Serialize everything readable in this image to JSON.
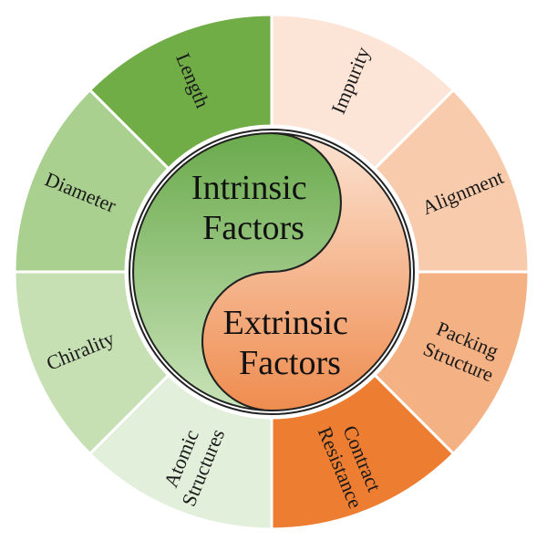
{
  "center": {
    "top_label": [
      "Intrinsic",
      "Factors"
    ],
    "bottom_label": [
      "Extrinsic",
      "Factors"
    ],
    "top_colors": [
      "#6aaa4c",
      "#c9e3b9"
    ],
    "bottom_colors": [
      "#fbe3d2",
      "#ef8c4f"
    ]
  },
  "segments": [
    {
      "id": "impurity",
      "lines": [
        "Impurity"
      ],
      "color": "#fce4d6",
      "group": "extrinsic"
    },
    {
      "id": "alignment",
      "lines": [
        "Alignment"
      ],
      "color": "#f8cbad",
      "group": "extrinsic"
    },
    {
      "id": "packing-structure",
      "lines": [
        "Packing",
        "Structure"
      ],
      "color": "#f4b183",
      "group": "extrinsic"
    },
    {
      "id": "contract-resistance",
      "lines": [
        "Contract",
        "Resistance"
      ],
      "color": "#ed7d31",
      "group": "extrinsic"
    },
    {
      "id": "atomic-structures",
      "lines": [
        "Atomic",
        "Structures"
      ],
      "color": "#e2efda",
      "group": "intrinsic"
    },
    {
      "id": "chirality",
      "lines": [
        "Chirality"
      ],
      "color": "#c6e0b4",
      "group": "intrinsic"
    },
    {
      "id": "diameter",
      "lines": [
        "Diameter"
      ],
      "color": "#a9d08e",
      "group": "intrinsic"
    },
    {
      "id": "length",
      "lines": [
        "Length"
      ],
      "color": "#70ad47",
      "group": "intrinsic"
    }
  ]
}
